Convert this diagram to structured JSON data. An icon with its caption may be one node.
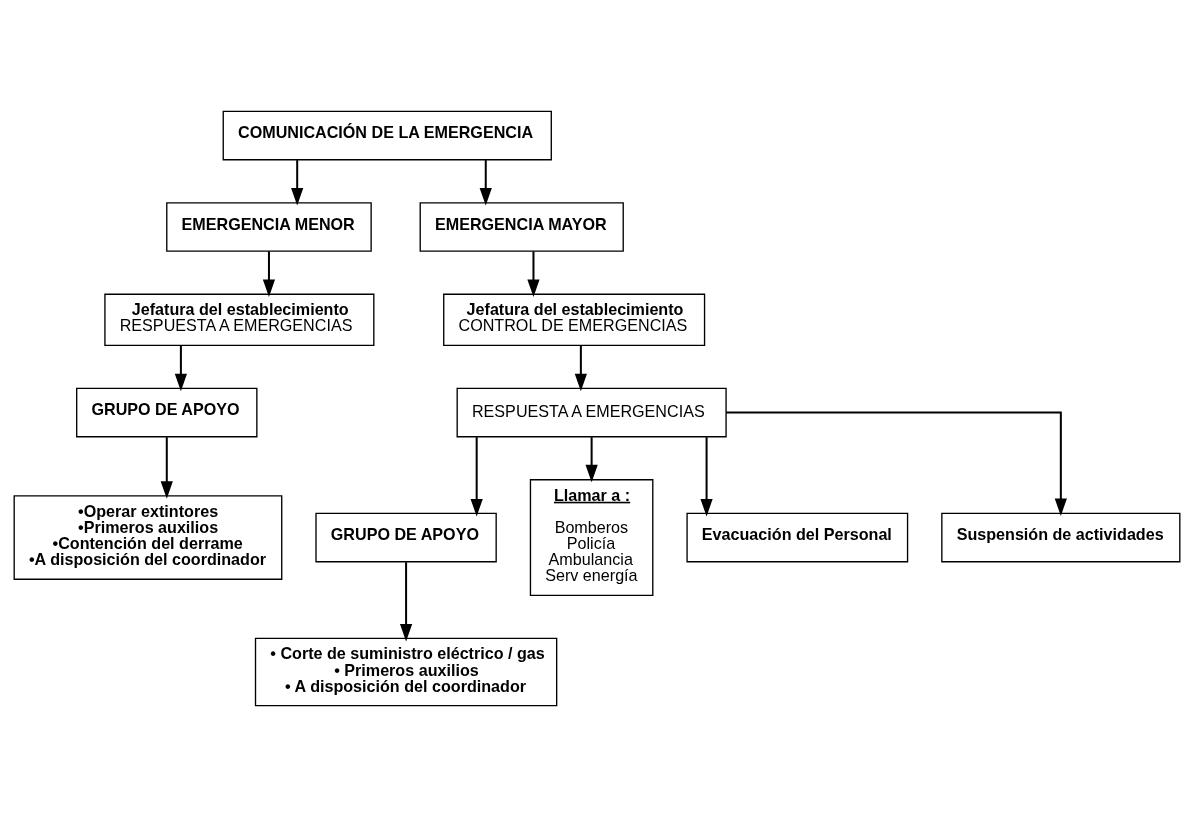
{
  "diagram": {
    "nodes": [
      {
        "text": [
          "COMUNICACIÓN DE LA EMERGENCIA"
        ]
      },
      {
        "text": [
          "EMERGENCIA MENOR"
        ]
      },
      {
        "text": [
          "EMERGENCIA MAYOR"
        ]
      },
      {
        "text": [
          "Jefatura del establecimiento",
          "RESPUESTA A EMERGENCIAS"
        ]
      },
      {
        "text": [
          "Jefatura del establecimiento",
          "CONTROL DE EMERGENCIAS"
        ]
      },
      {
        "text": [
          "GRUPO DE APOYO"
        ]
      },
      {
        "text": [
          "RESPUESTA A EMERGENCIAS"
        ]
      },
      {
        "text": [
          "•Operar extintores",
          "•Primeros auxilios",
          "•Contención del derrame",
          "•A disposición del coordinador"
        ]
      },
      {
        "text": [
          "GRUPO DE APOYO"
        ]
      },
      {
        "text": [
          "Llamar a :",
          "Bomberos",
          "Policía",
          "Ambulancia",
          "Serv energía"
        ]
      },
      {
        "text": [
          "Evacuación del Personal"
        ]
      },
      {
        "text": [
          "Suspensión de actividades"
        ]
      },
      {
        "text": [
          "• Corte de suministro eléctrico / gas",
          "• Primeros auxilios",
          "• A disposición del coordinador"
        ]
      }
    ],
    "edges": [
      {
        "from": 0,
        "to": 1,
        "arrow": "to"
      },
      {
        "from": 0,
        "to": 2,
        "arrow": "to"
      },
      {
        "from": 1,
        "to": 3,
        "arrow": "to"
      },
      {
        "from": 2,
        "to": 4,
        "arrow": "to"
      },
      {
        "from": 3,
        "to": 5,
        "arrow": "to"
      },
      {
        "from": 4,
        "to": 6,
        "arrow": "to"
      },
      {
        "from": 5,
        "to": 7,
        "arrow": "to"
      },
      {
        "from": 6,
        "to": 8,
        "arrow": "to"
      },
      {
        "from": 6,
        "to": 9,
        "arrow": "to"
      },
      {
        "from": 6,
        "to": 10,
        "arrow": "to"
      },
      {
        "from": 6,
        "to": 11,
        "arrow": "to"
      },
      {
        "from": 8,
        "to": 12,
        "arrow": "to"
      }
    ]
  }
}
